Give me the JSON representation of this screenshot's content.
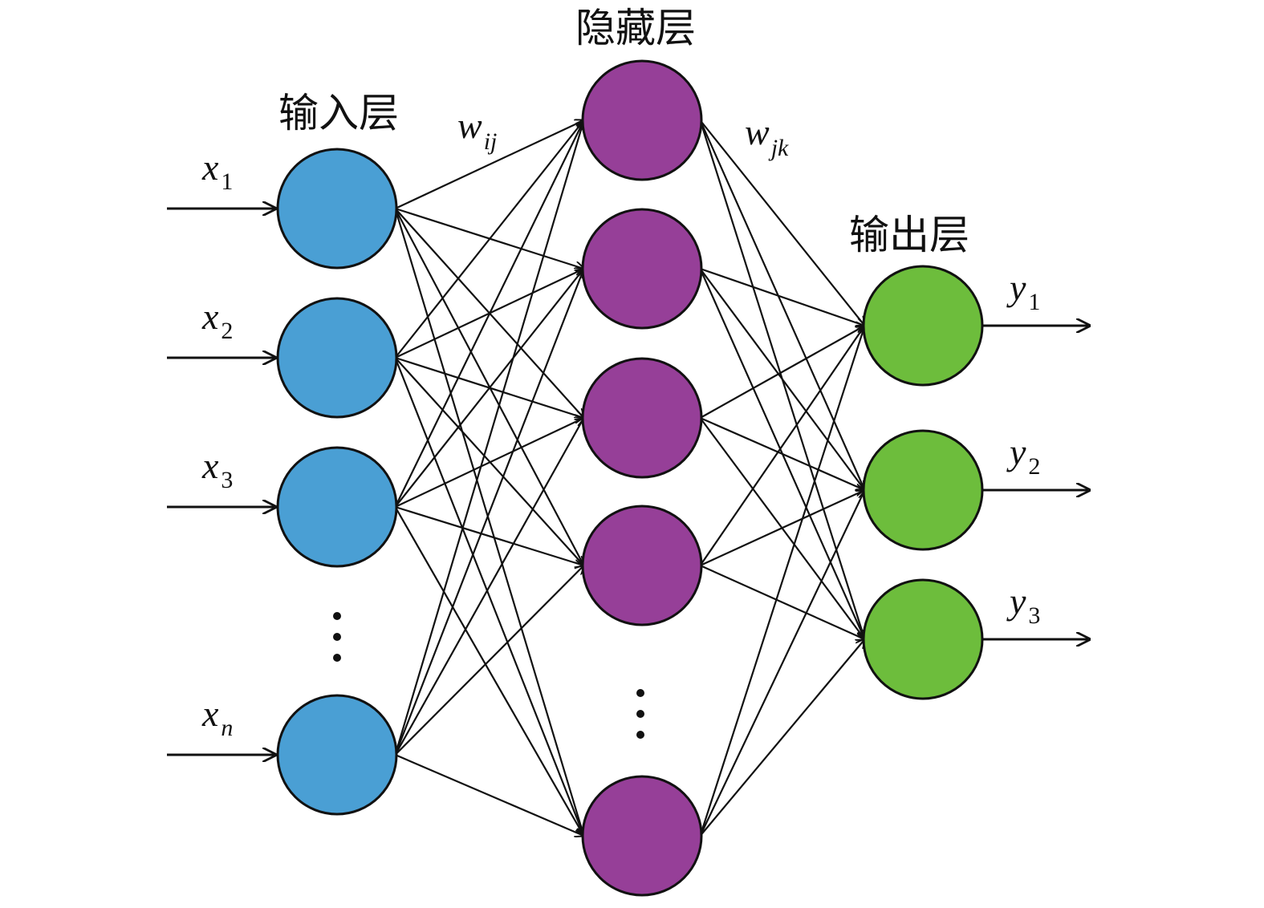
{
  "layers": {
    "input": {
      "title": "输入层",
      "color": "#4a9fd4",
      "labels": [
        {
          "main": "x",
          "sub": "1"
        },
        {
          "main": "x",
          "sub": "2"
        },
        {
          "main": "x",
          "sub": "3"
        },
        {
          "main": "x",
          "sub": "n"
        }
      ]
    },
    "hidden": {
      "title": "隐藏层",
      "color": "#963f98"
    },
    "output": {
      "title": "输出层",
      "color": "#6dbd3c",
      "labels": [
        {
          "main": "y",
          "sub": "1"
        },
        {
          "main": "y",
          "sub": "2"
        },
        {
          "main": "y",
          "sub": "3"
        }
      ]
    }
  },
  "weights": {
    "input_hidden": {
      "main": "w",
      "sub": "ij"
    },
    "hidden_output": {
      "main": "w",
      "sub": "jk"
    }
  }
}
